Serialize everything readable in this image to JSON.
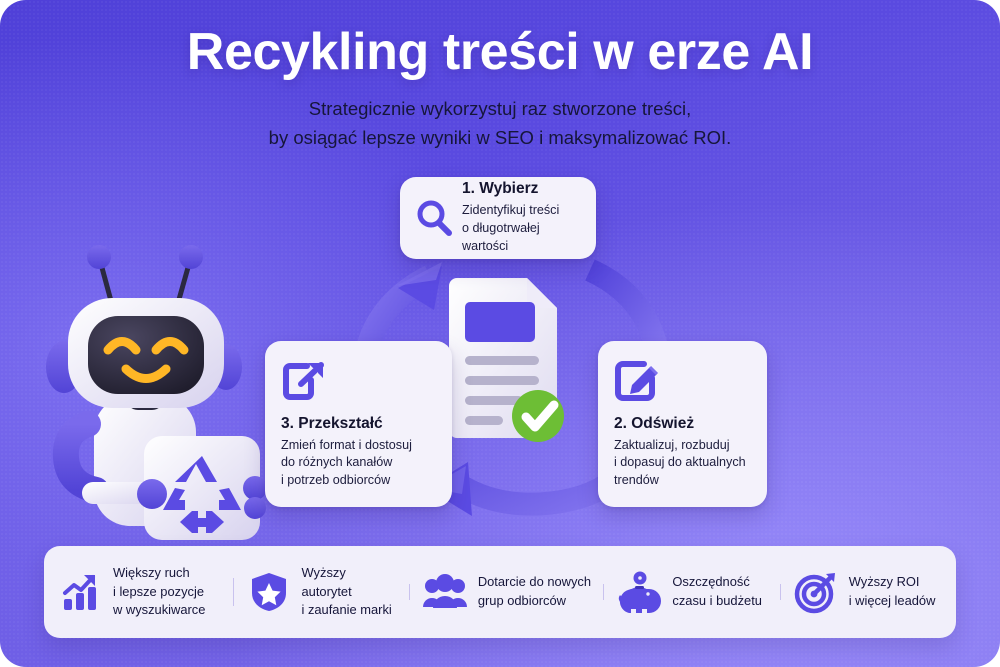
{
  "header": {
    "title": "Recykling treści w erze AI",
    "subtitle_line1": "Strategicznie wykorzystuj raz stworzone treści,",
    "subtitle_line2": "by osiągać lepsze wyniki w SEO i maksymalizować ROI."
  },
  "steps": [
    {
      "icon": "magnifier-icon",
      "title": "1. Wybierz",
      "desc_line1": "Zidentyfikuj treści",
      "desc_line2": "o długotrwałej wartości"
    },
    {
      "icon": "edit-pencil-icon",
      "title": "2. Odśwież",
      "desc_line1": "Zaktualizuj, rozbuduj",
      "desc_line2": "i dopasuj do aktualnych",
      "desc_line3": "trendów"
    },
    {
      "icon": "transform-arrow-icon",
      "title": "3. Przekształć",
      "desc_line1": "Zmień format i dostosuj",
      "desc_line2": "do różnych kanałów",
      "desc_line3": "i potrzeb odbiorców"
    }
  ],
  "center": {
    "icon": "document-approved-icon",
    "cycle_icon": "circular-arrows-icon"
  },
  "mascot": {
    "icon": "robot-mascot",
    "held_sign": "recycle-symbol-icon"
  },
  "benefits": [
    {
      "icon": "growth-chart-icon",
      "line1": "Większy ruch",
      "line2": "i lepsze pozycje",
      "line3": "w wyszukiwarce"
    },
    {
      "icon": "shield-star-icon",
      "line1": "Wyższy autorytet",
      "line2": "i zaufanie marki"
    },
    {
      "icon": "users-group-icon",
      "line1": "Dotarcie do nowych",
      "line2": "grup odbiorców"
    },
    {
      "icon": "piggy-bank-icon",
      "line1": "Oszczędność",
      "line2": "czasu i budżetu"
    },
    {
      "icon": "target-dart-icon",
      "line1": "Wyższy ROI",
      "line2": "i więcej leadów"
    }
  ],
  "colors": {
    "bg_dark": "#4F40D8",
    "bg_light": "#8273EC",
    "accent_purple": "#5B4BE3",
    "icon_purple": "#5B4BE3",
    "card_bg": "#F4F2FB",
    "text_dark": "#16163a",
    "check_green": "#6DBE35",
    "mascot_eye_yellow": "#FFB726"
  }
}
